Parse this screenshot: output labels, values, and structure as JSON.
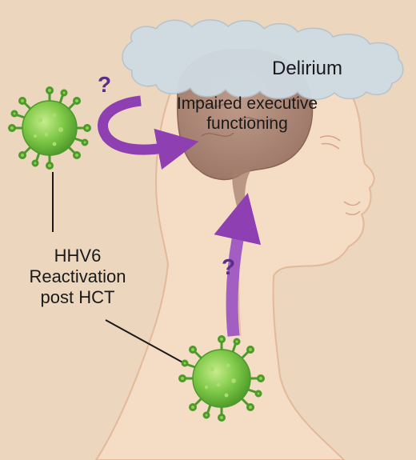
{
  "labels": {
    "delirium": "Delirium",
    "impaired": "Impaired executive functioning",
    "hhv6": "HHV6 Reactivation post HCT",
    "question_brain": "?",
    "question_spine": "?"
  },
  "colors": {
    "background": "#ecd6bd",
    "skin": "#f5dcc5",
    "skin_outline": "#e3b99a",
    "brain": "#a67f6e",
    "cloud": "#cfdbe3",
    "arrow": "#9a4cb8",
    "virus": "#7ec847",
    "question_mark": "#5b2d8a"
  },
  "icons": {
    "virus": "virus-icon",
    "cloud": "cloud-icon",
    "arrow": "arrow-icon"
  }
}
